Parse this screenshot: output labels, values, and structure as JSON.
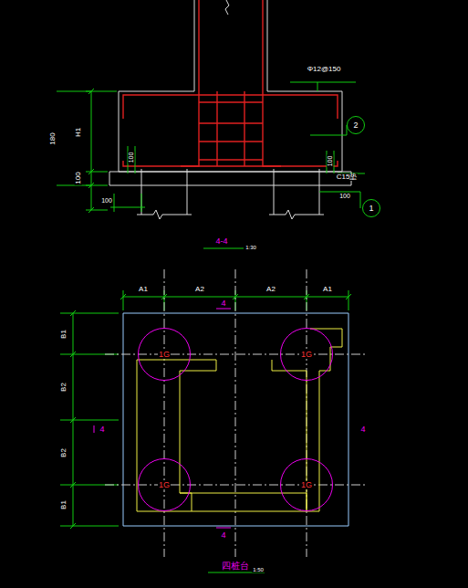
{
  "diagram": {
    "nodes": [
      {
        "text": [
          "1G"
        ]
      },
      {
        "text": [
          "1G"
        ]
      },
      {
        "text": [
          "1G"
        ]
      },
      {
        "text": [
          "1G"
        ]
      },
      {
        "text": [
          "2"
        ]
      },
      {
        "text": [
          "1"
        ]
      }
    ],
    "labels": [
      "Φ12@150",
      "H1",
      "100",
      "180",
      "100",
      "100",
      "100",
      "C15垫",
      "100",
      "4-4",
      "1:30",
      "A1",
      "A2",
      "A2",
      "A1",
      "B1",
      "B2",
      "B2",
      "B1",
      "4",
      "4",
      "4",
      "4",
      "四桩台",
      "1:50"
    ]
  }
}
